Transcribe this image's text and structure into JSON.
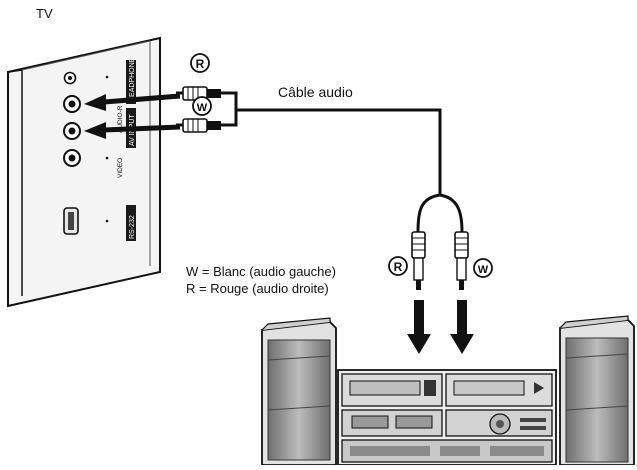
{
  "title": "TV",
  "cable_label": "Câble audio",
  "legend": {
    "white": "W = Blanc (audio gauche)",
    "red": "R = Rouge (audio droite)"
  },
  "tv_panel": {
    "labels": [
      "HEADPHONE",
      "AUDIO-R",
      "AV INPUT",
      "VIDEO",
      "RS-232"
    ]
  },
  "plug_marks": {
    "red": "R",
    "white": "W"
  },
  "colors": {
    "ink": "#111111",
    "panel_fill": "#f2f2f2",
    "shade": "#8a8a8a"
  }
}
